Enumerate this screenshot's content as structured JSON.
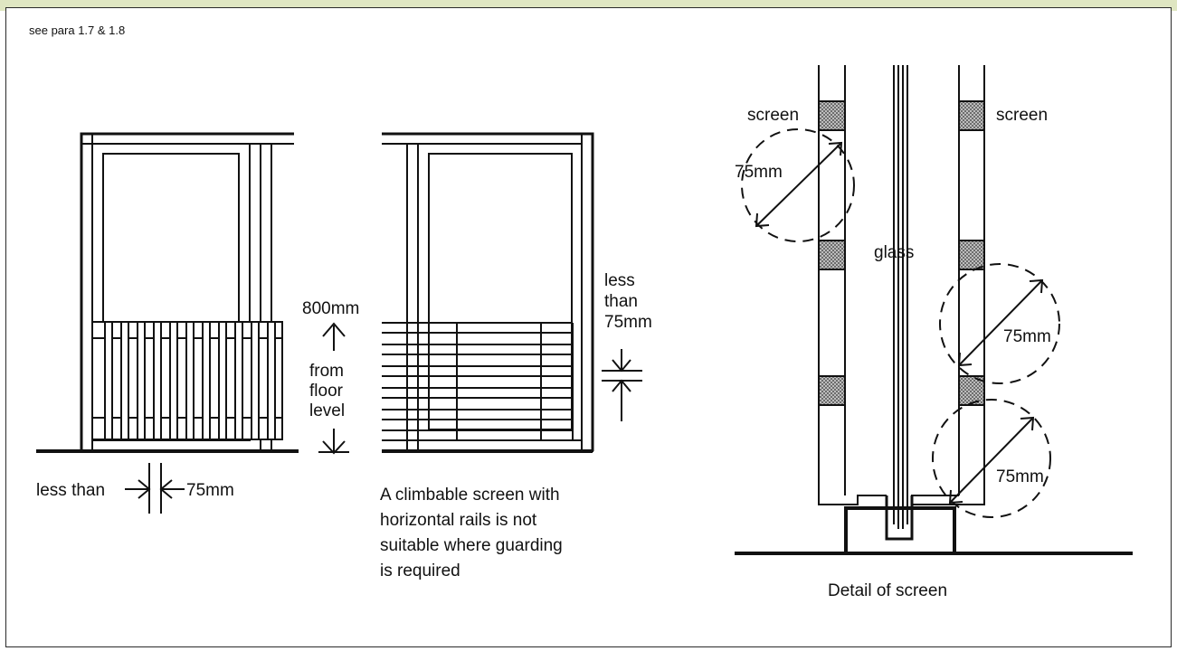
{
  "reference": "see para 1.7 & 1.8",
  "left_figure": {
    "height_value": "800mm",
    "height_note": [
      "from",
      "floor",
      "level"
    ],
    "gap_label_prefix": "less than",
    "gap_label_value": "75mm"
  },
  "middle_figure": {
    "gap_note": [
      "less",
      "than",
      "75mm"
    ],
    "caption": [
      "A climbable screen with",
      "horizontal rails is not",
      "suitable where guarding",
      "is required"
    ]
  },
  "detail_figure": {
    "screen_left": "screen",
    "screen_right": "screen",
    "glass": "glass",
    "sphere_1": "75mm",
    "sphere_2": "75mm",
    "sphere_3": "75mm",
    "caption": "Detail of screen"
  }
}
